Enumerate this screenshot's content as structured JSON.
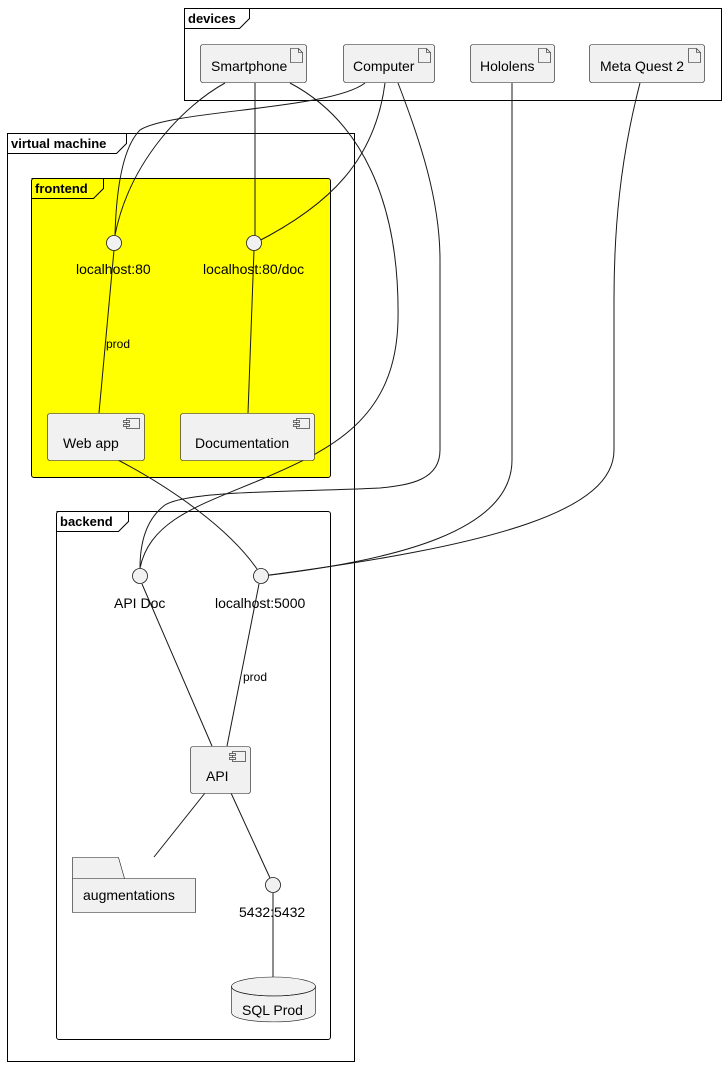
{
  "frames": {
    "devices": "devices",
    "virtual_machine": "virtual machine",
    "frontend": "frontend",
    "backend": "backend"
  },
  "colors": {
    "frontend_fill": "#ffff00",
    "node_fill": "#f1f1f1",
    "stroke": "#181818"
  },
  "devices": {
    "smartphone": "Smartphone",
    "computer": "Computer",
    "hololens": "Hololens",
    "meta_quest": "Meta Quest 2"
  },
  "frontend": {
    "iface_web": "localhost:80",
    "iface_doc": "localhost:80/doc",
    "web_app": "Web app",
    "documentation": "Documentation"
  },
  "backend": {
    "iface_api_doc": "API Doc",
    "iface_api": "localhost:5000",
    "api": "API",
    "augmentations": "augmentations",
    "iface_db": "5432:5432",
    "sql_prod": "SQL Prod"
  },
  "edge_labels": {
    "web_prod": "prod",
    "api_prod": "prod"
  },
  "icons": {
    "device": "artifact-icon",
    "component": "component-icon",
    "folder": "folder-icon",
    "database": "database-icon",
    "interface": "interface-circle-icon"
  }
}
